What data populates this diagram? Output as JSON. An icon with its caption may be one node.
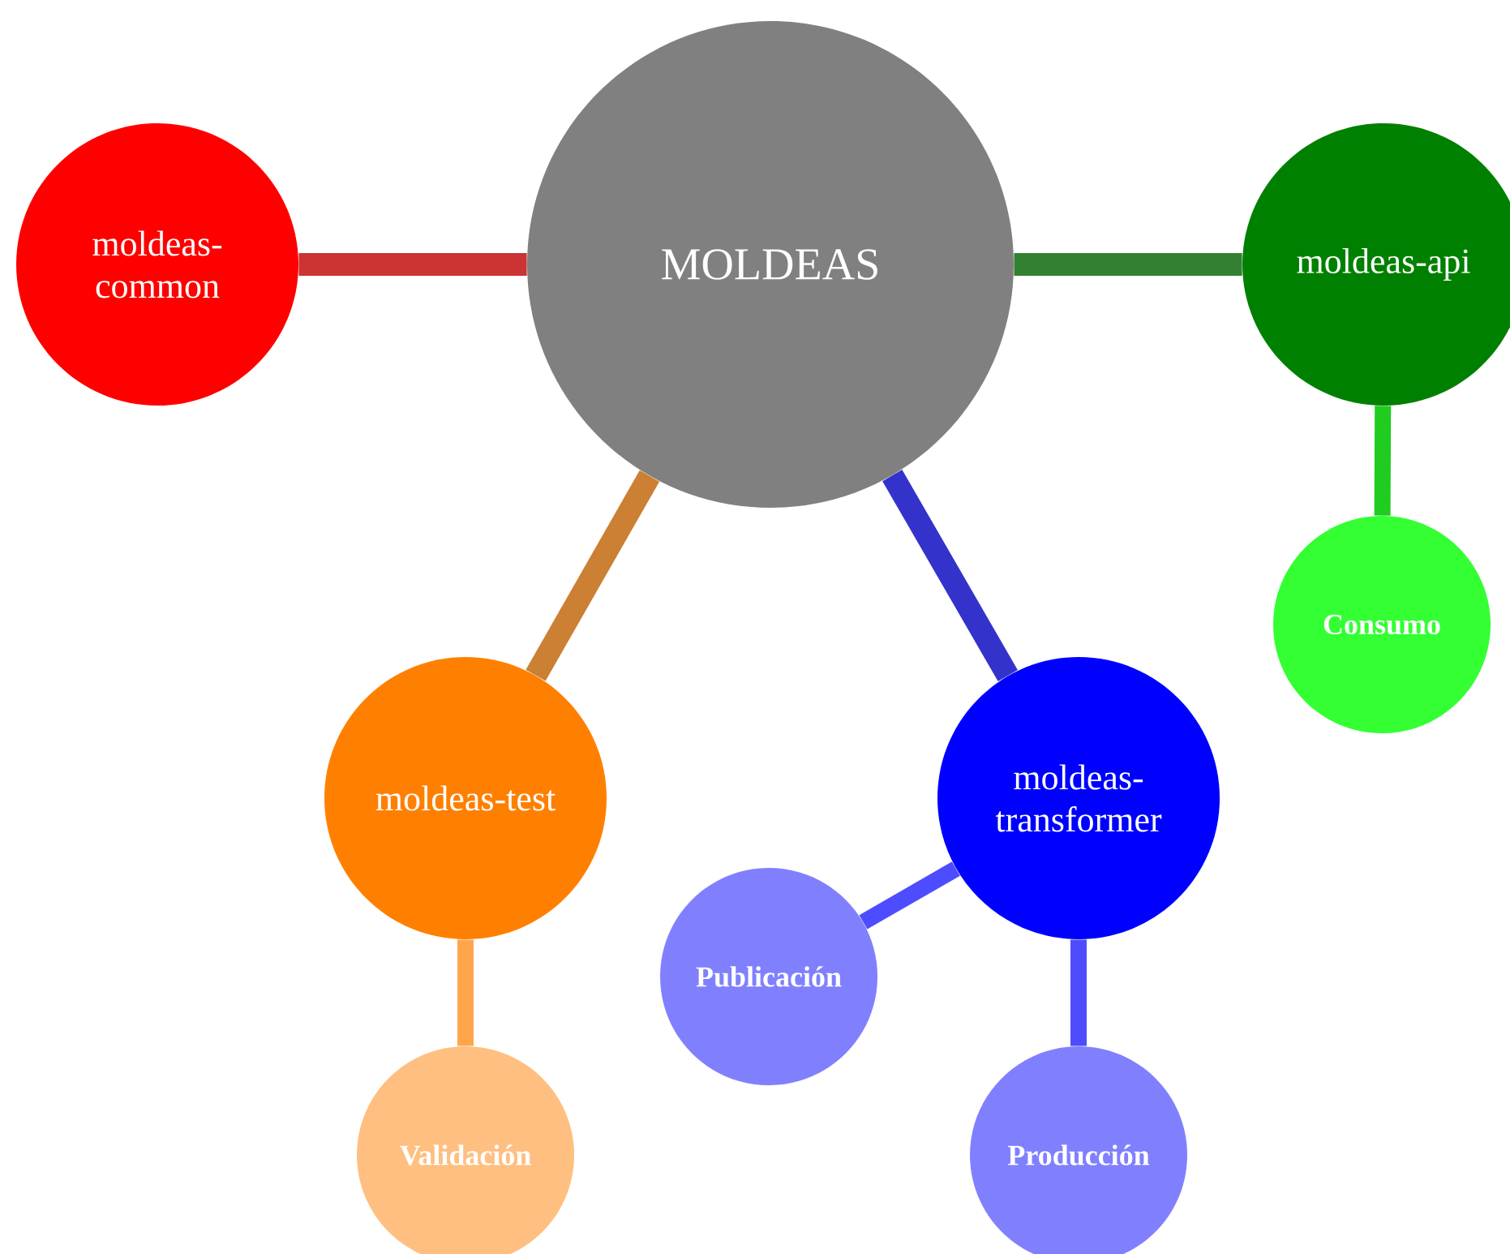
{
  "diagram": {
    "nodes": [
      {
        "text": [
          "MOLDEAS"
        ]
      },
      {
        "text": [
          "moldeas-common"
        ]
      },
      {
        "text": [
          "moldeas-api"
        ]
      },
      {
        "text": [
          "moldeas-test"
        ]
      },
      {
        "text": [
          "moldeas-transformer"
        ]
      },
      {
        "text": [
          "Consumo"
        ]
      },
      {
        "text": [
          "Validación"
        ]
      },
      {
        "text": [
          "Publicación"
        ]
      },
      {
        "text": [
          "Producción"
        ]
      }
    ],
    "edges": [
      {
        "from": 0,
        "to": 1,
        "arrow": "none",
        "color": "#cc3333"
      },
      {
        "from": 0,
        "to": 2,
        "arrow": "none",
        "color": "#338033"
      },
      {
        "from": 0,
        "to": 3,
        "arrow": "none",
        "color": "#cc8033"
      },
      {
        "from": 0,
        "to": 4,
        "arrow": "none",
        "color": "#3333cc"
      },
      {
        "from": 2,
        "to": 5,
        "arrow": "none",
        "color": "#1fcc1f"
      },
      {
        "from": 3,
        "to": 6,
        "arrow": "none",
        "color": "#ffa64d"
      },
      {
        "from": 4,
        "to": 7,
        "arrow": "none",
        "color": "#4d4dff"
      },
      {
        "from": 4,
        "to": 8,
        "arrow": "none",
        "color": "#4d4dff"
      }
    ]
  }
}
